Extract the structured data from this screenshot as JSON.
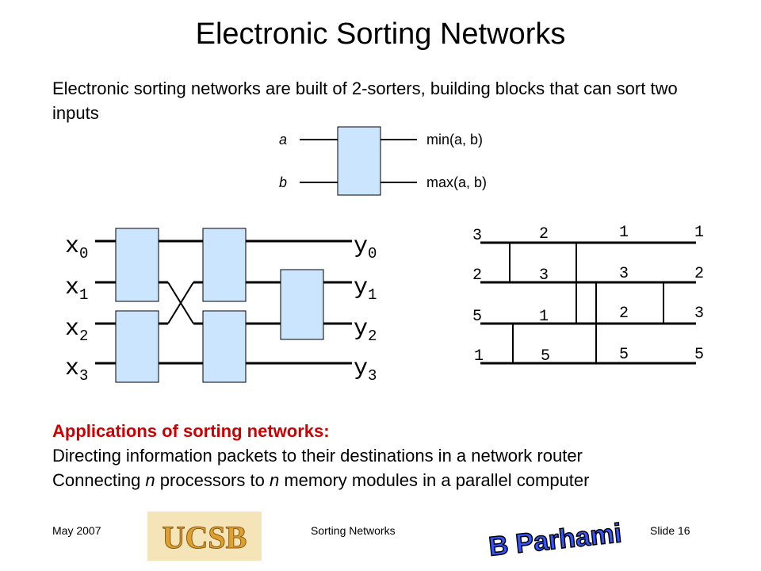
{
  "title": "Electronic Sorting Networks",
  "intro": "Electronic sorting networks are built of 2-sorters, building blocks that can sort two inputs",
  "two_sorter": {
    "in_a": "a",
    "in_b": "b",
    "out_min": "min(a, b)",
    "out_max": "max(a, b)"
  },
  "network": {
    "inputs": [
      "x0",
      "x1",
      "x2",
      "x3"
    ],
    "outputs": [
      "y0",
      "y1",
      "y2",
      "y3"
    ]
  },
  "example": {
    "col1": [
      "3",
      "2",
      "5",
      "1"
    ],
    "col2": [
      "2",
      "3",
      "1",
      "5"
    ],
    "col3": [
      "1",
      "3",
      "2",
      "5"
    ],
    "col4": [
      "1",
      "2",
      "3",
      "5"
    ]
  },
  "applications": {
    "heading": "Applications of sorting networks:",
    "line1": "Directing information packets to their destinations in a network router",
    "line2_a": "Connecting ",
    "line2_n1": "n",
    "line2_b": " processors to ",
    "line2_n2": "n",
    "line2_c": " memory modules in a parallel computer"
  },
  "footer": {
    "date": "May 2007",
    "center": "Sorting Networks",
    "slide": "Slide 16",
    "ucsb_logo": "UCSB",
    "author_logo": "B Parhami"
  },
  "colors": {
    "box_fill": "#cce5ff",
    "heading_red": "#cc0000",
    "ucsb_gold": "#e0a030"
  }
}
